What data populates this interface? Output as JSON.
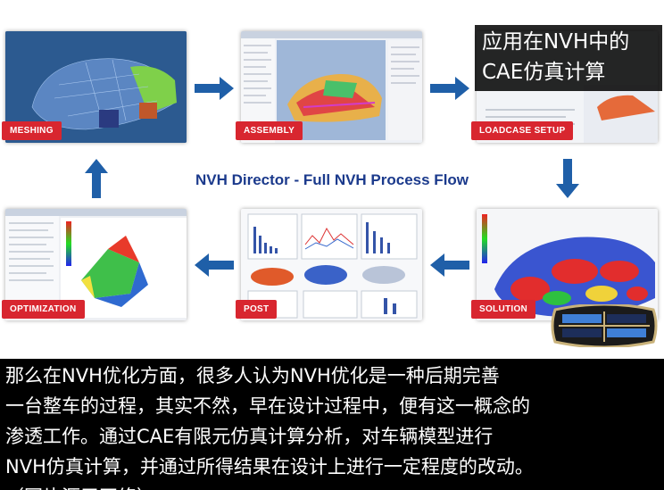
{
  "flow_title": "NVH Director - Full NVH Process Flow",
  "stages": {
    "meshing": "MESHING",
    "assembly": "ASSEMBLY",
    "loadcase": "LOADCASE SETUP",
    "solution": "SOLUTION",
    "post": "POST",
    "optimization": "OPTIMIZATION"
  },
  "overlay": {
    "line1": "应用在NVH中的",
    "line2": "CAE仿真计算"
  },
  "caption": {
    "line1": "那么在NVH优化方面，很多人认为NVH优化是一种后期完善",
    "line2": "一台整车的过程，其实不然，早在设计过程中，便有这一概念的",
    "line3": "渗透工作。通过CAE有限元仿真计算分析，对车辆模型进行",
    "line4": "NVH仿真计算，并通过所得结果在设计上进行一定程度的改动。",
    "line5": "（图片源于网络）"
  },
  "colors": {
    "label_red": "#d8262f",
    "arrow_blue": "#1f5fa8",
    "title_blue": "#1b3a8c"
  }
}
